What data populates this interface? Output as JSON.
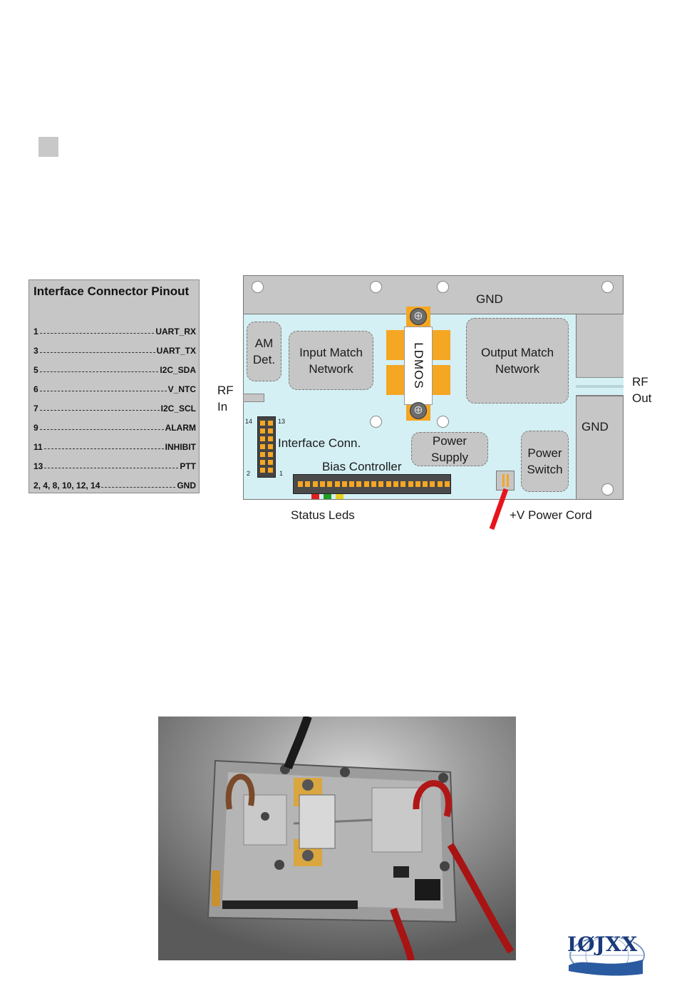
{
  "pinout": {
    "title": "Interface Connector Pinout",
    "rows": [
      {
        "pin": "1",
        "signal": "UART_RX"
      },
      {
        "pin": "3",
        "signal": "UART_TX"
      },
      {
        "pin": "5",
        "signal": "I2C_SDA"
      },
      {
        "pin": "6",
        "signal": "V_NTC"
      },
      {
        "pin": "7",
        "signal": "I2C_SCL"
      },
      {
        "pin": "9",
        "signal": "ALARM"
      },
      {
        "pin": "11",
        "signal": "INHIBIT"
      },
      {
        "pin": "13",
        "signal": "PTT"
      },
      {
        "pin": "2, 4, 8, 10, 12, 14",
        "signal": "GND"
      }
    ]
  },
  "diagram": {
    "gnd_top": "GND",
    "gnd_right": "GND",
    "rf_in": "RF\nIn",
    "rf_out": "RF\nOut",
    "am_det": "AM\nDet.",
    "input_match": "Input Match\nNetwork",
    "ldmos": "LDMOS",
    "output_match": "Output Match\nNetwork",
    "interface_conn": "Interface Conn.",
    "power_supply": "Power\nSupply",
    "power_switch": "Power\nSwitch",
    "bias_controller": "Bias Controller",
    "status_leds": "Status Leds",
    "power_cord": "+V Power Cord",
    "conn_pin_14": "14",
    "conn_pin_13": "13",
    "conn_pin_2": "2",
    "conn_pin_1": "1",
    "led_colors": [
      "#e02020",
      "#20a020",
      "#e8d020"
    ],
    "accent_orange": "#f5a623",
    "board_color": "#d4f0f4",
    "gnd_color": "#c6c6c6"
  },
  "logo": {
    "text": "IØJXX"
  }
}
